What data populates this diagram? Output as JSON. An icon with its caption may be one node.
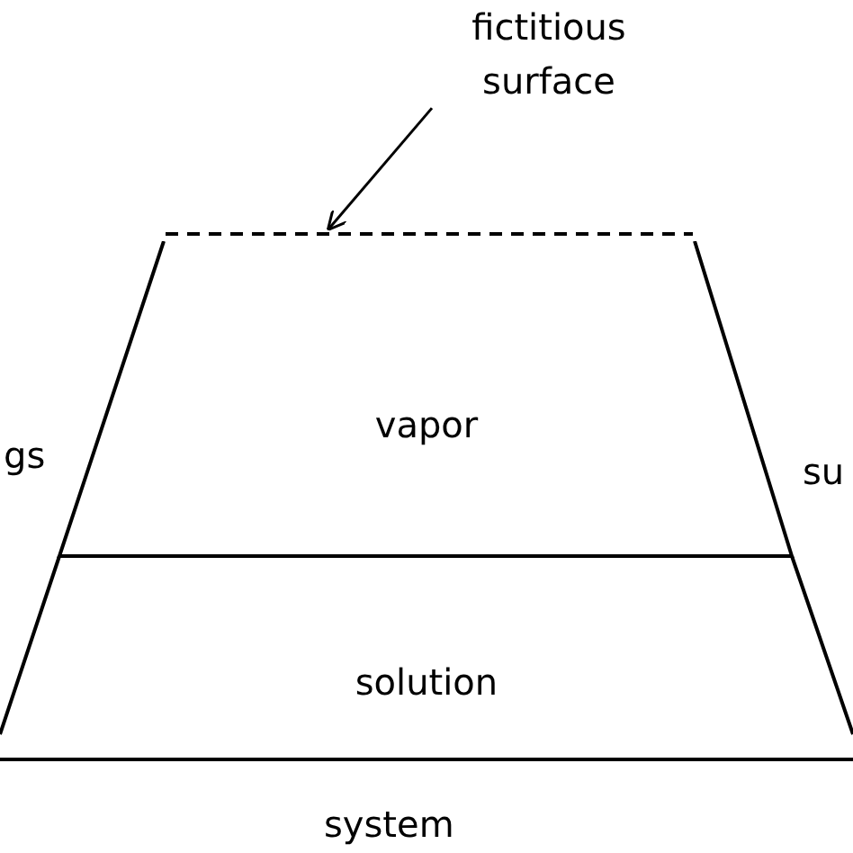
{
  "diagram": {
    "nodes": [
      {
        "text": [
          "fictitious surface"
        ]
      },
      {
        "text": [],
        "shape": "line"
      },
      {
        "text": [
          "vapor"
        ]
      },
      {
        "text": [
          "solution"
        ]
      }
    ],
    "edges": [
      {
        "from": 0,
        "to": 1,
        "arrow": "to"
      }
    ],
    "labels": [
      "gs",
      "su",
      "system"
    ]
  }
}
